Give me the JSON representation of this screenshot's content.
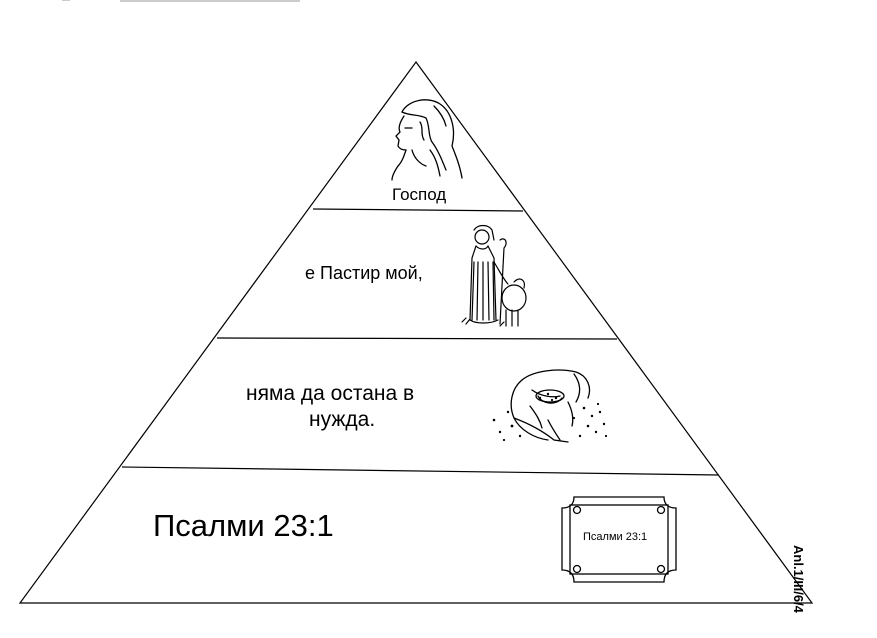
{
  "pyramid": {
    "tier1": {
      "label": "Господ",
      "icon": "jesus-portrait"
    },
    "tier2": {
      "label": "е Пастир мой,",
      "icon": "shepherd-with-lamb"
    },
    "tier3": {
      "line1": "няма да остана в",
      "line2": "нужда.",
      "icon": "woman-gathering"
    },
    "tier4": {
      "label": "Псалми 23:1",
      "plaque_label": "Псалми 23:1",
      "icon": "framed-plaque"
    }
  },
  "page_code": "Anl.1/III/6/4"
}
